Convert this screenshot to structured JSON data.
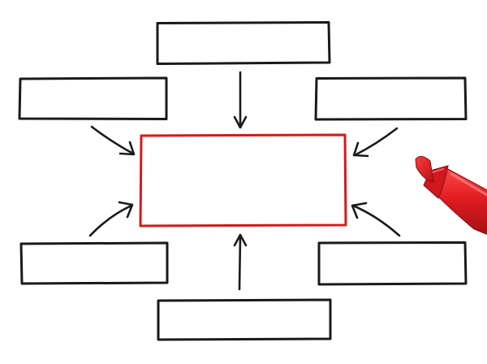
{
  "diagram": {
    "type": "hub-and-spoke flowchart",
    "outer_boxes": [
      {
        "id": "top",
        "text": ""
      },
      {
        "id": "upper-left",
        "text": ""
      },
      {
        "id": "upper-right",
        "text": ""
      },
      {
        "id": "lower-left",
        "text": ""
      },
      {
        "id": "lower-right",
        "text": ""
      },
      {
        "id": "bottom",
        "text": ""
      }
    ],
    "center_box": {
      "text": ""
    },
    "arrows": [
      {
        "from": "top",
        "to": "center"
      },
      {
        "from": "upper-left",
        "to": "center"
      },
      {
        "from": "upper-right",
        "to": "center"
      },
      {
        "from": "lower-left",
        "to": "center"
      },
      {
        "from": "lower-right",
        "to": "center"
      },
      {
        "from": "bottom",
        "to": "center"
      }
    ]
  },
  "colors": {
    "stroke": "#1a1a1a",
    "highlight": "#d81818",
    "marker_body": "#c8141a",
    "background": "#ffffff"
  },
  "icons": {
    "marker": "red-marker-icon"
  }
}
